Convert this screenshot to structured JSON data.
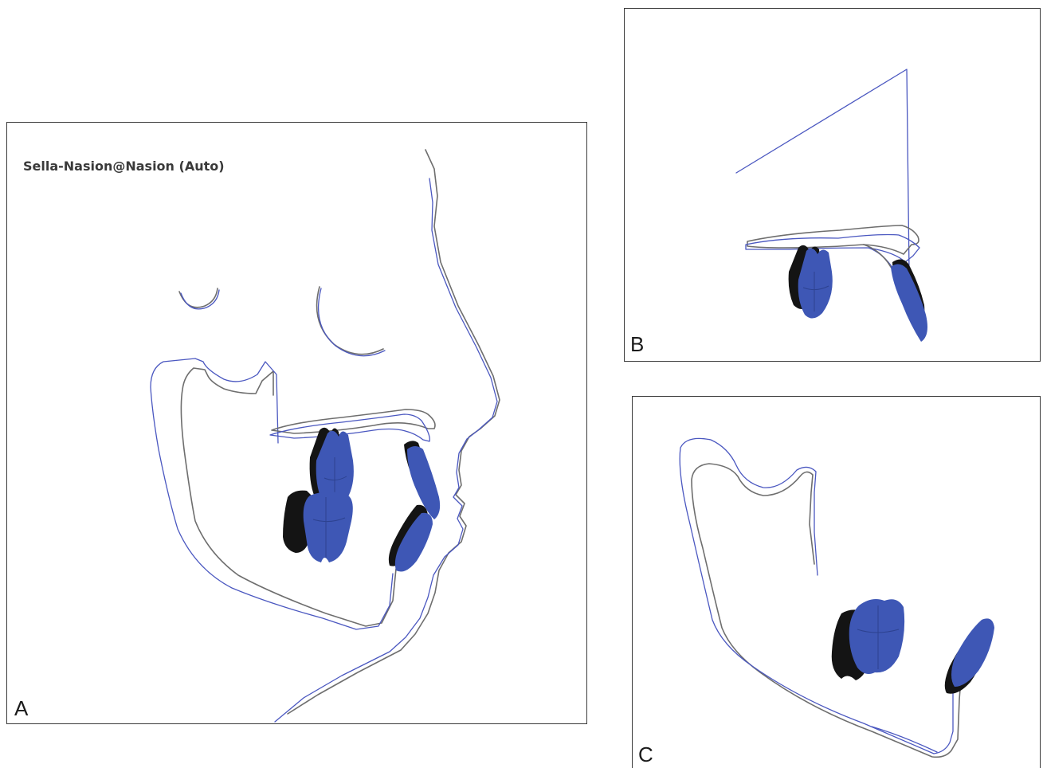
{
  "panels": [
    {
      "id": "A",
      "letter": "A",
      "overlay_label": "Sella-Nasion@Nasion (Auto)"
    },
    {
      "id": "B",
      "letter": "B"
    },
    {
      "id": "C",
      "letter": "C"
    }
  ],
  "colors": {
    "pre_treatment_trace": "#6e6e6e",
    "post_treatment_trace": "#4a57c0",
    "pre_treatment_teeth": "#141414",
    "post_treatment_teeth": "#3e57b5"
  }
}
